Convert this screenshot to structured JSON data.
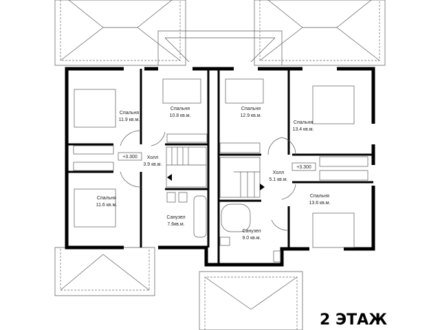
{
  "plan": {
    "title": "2 ЭТАЖ",
    "rooms": [
      {
        "name": "Спальня",
        "area": "11.9 кв.м."
      },
      {
        "name": "Спальня",
        "area": "10.8 кв.м."
      },
      {
        "name": "Спальня",
        "area": "12.9 кв.м."
      },
      {
        "name": "Спальня",
        "area": "13.4 кв.м."
      },
      {
        "name": "Холл",
        "area": "3.9 кв.м."
      },
      {
        "name": "Холл",
        "area": "5.1 кв.м."
      },
      {
        "name": "Спальня",
        "area": "11.6 кв.м."
      },
      {
        "name": "Санузел",
        "area": "7.6кв.м."
      },
      {
        "name": "Санузел",
        "area": "9.0 кв.м."
      },
      {
        "name": "Спальня",
        "area": "13.6 кв.м."
      }
    ],
    "levels": [
      "+3.300",
      "+3.300"
    ]
  }
}
